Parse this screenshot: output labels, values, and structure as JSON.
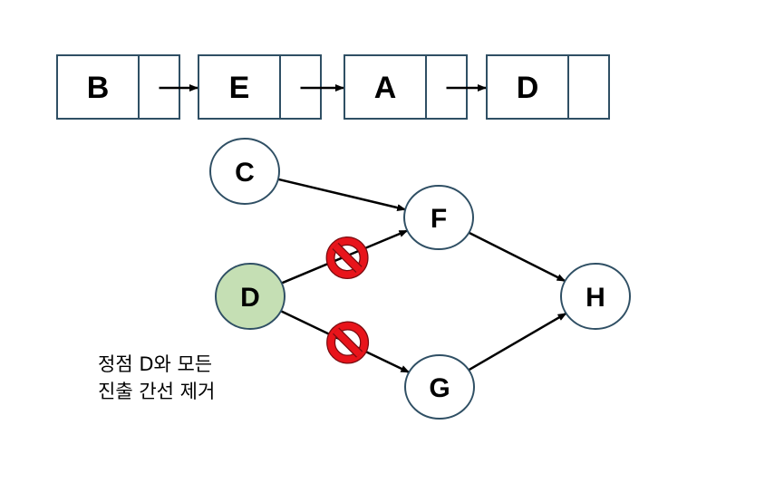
{
  "linked_list": {
    "nodes": [
      "B",
      "E",
      "A",
      "D"
    ]
  },
  "graph": {
    "nodes": [
      {
        "id": "C",
        "label": "C",
        "highlight": false
      },
      {
        "id": "F",
        "label": "F",
        "highlight": false
      },
      {
        "id": "D",
        "label": "D",
        "highlight": true
      },
      {
        "id": "H",
        "label": "H",
        "highlight": false
      },
      {
        "id": "G",
        "label": "G",
        "highlight": false
      }
    ],
    "edges": [
      {
        "from": "C",
        "to": "F",
        "removed": false
      },
      {
        "from": "D",
        "to": "F",
        "removed": true
      },
      {
        "from": "D",
        "to": "G",
        "removed": true
      },
      {
        "from": "F",
        "to": "H",
        "removed": false
      },
      {
        "from": "G",
        "to": "H",
        "removed": false
      }
    ]
  },
  "caption": {
    "line1": "정점 D와 모든",
    "line2": "진출 간선 제거"
  },
  "colors": {
    "stroke": "#2f4f64",
    "highlight_fill": "#c5dfb4",
    "node_fill": "#ffffff",
    "prohibit_red": "#e8141b",
    "prohibit_dark": "#7a0c10"
  },
  "icons": {
    "removed_edge_marker": "prohibited-icon"
  }
}
